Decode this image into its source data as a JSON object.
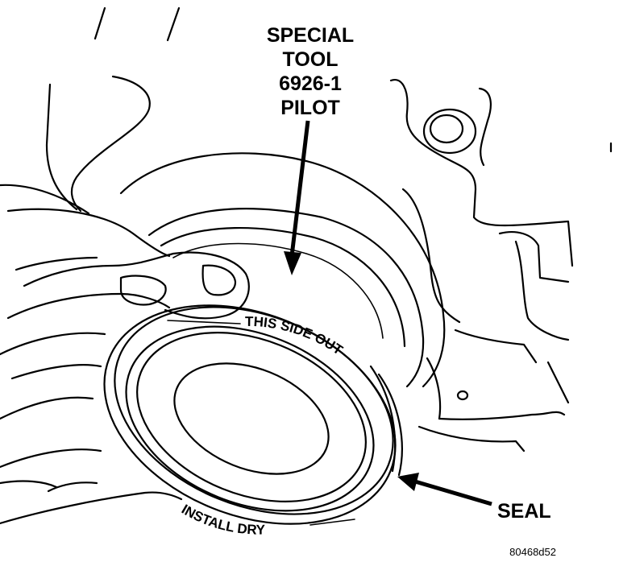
{
  "callouts": {
    "tool_line1": "SPECIAL",
    "tool_line2": "TOOL",
    "tool_line3": "6926-1",
    "tool_line4": "PILOT",
    "seal": "SEAL"
  },
  "seal_markings": {
    "top": "THIS SIDE OUT",
    "bottom": "INSTALL DRY"
  },
  "figure_id": "80468d52"
}
